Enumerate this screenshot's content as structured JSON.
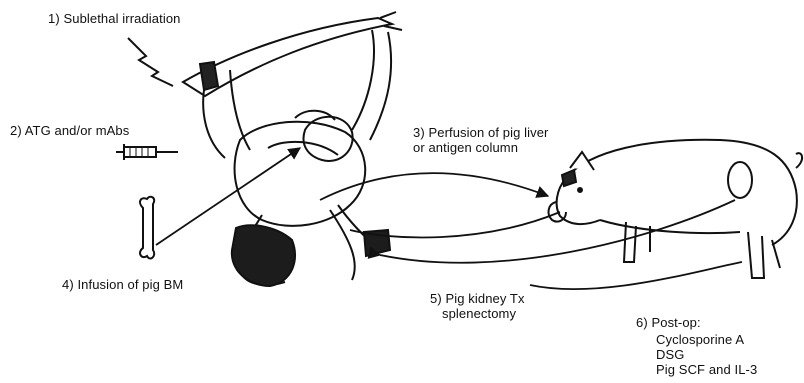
{
  "steps": {
    "s1": "1) Sublethal irradiation",
    "s2": "2) ATG and/or mAbs",
    "s3_line1": "3) Perfusion of pig liver",
    "s3_line2": "or antigen column",
    "s4": "4) Infusion of pig BM",
    "s5_line1": "5) Pig kidney Tx",
    "s5_line2": "splenectomy",
    "s6_title": "6) Post-op:",
    "s6_items": [
      "Cyclosporine A",
      "DSG",
      "Pig SCF and IL-3"
    ]
  },
  "colors": {
    "ink": "#111111",
    "background": "#ffffff"
  },
  "icons": [
    "lightning-icon",
    "syringe-icon",
    "bone-icon",
    "baboon-illustration",
    "pig-illustration"
  ]
}
